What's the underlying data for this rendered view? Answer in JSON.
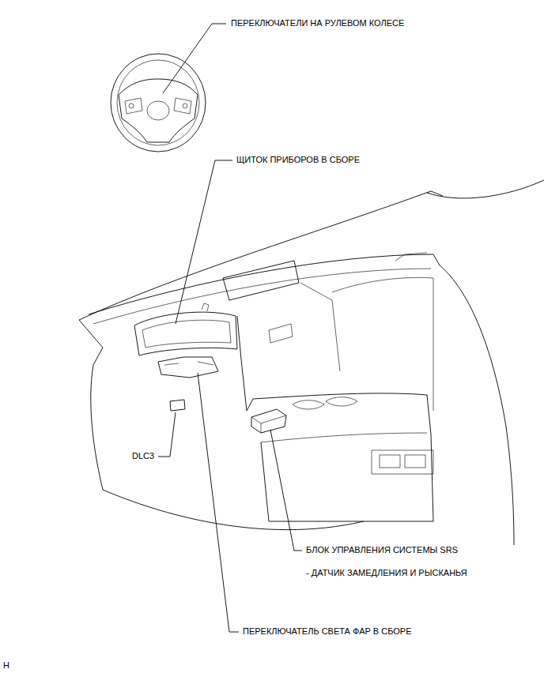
{
  "diagram": {
    "labels": [
      "ПЕРЕКЛЮЧАТЕЛИ НА РУЛЕВОМ КОЛЕСЕ",
      "ЩИТОК ПРИБОРОВ В СБОРЕ",
      "DLC3",
      "БЛОК УПРАВЛЕНИЯ СИСТЕМЫ SRS",
      "- ДАТЧИК ЗАМЕДЛЕНИЯ И РЫСКАНЬЯ",
      "ПЕРЕКЛЮЧАТЕЛЬ СВЕТА ФАР В СБОРЕ",
      "H"
    ]
  }
}
